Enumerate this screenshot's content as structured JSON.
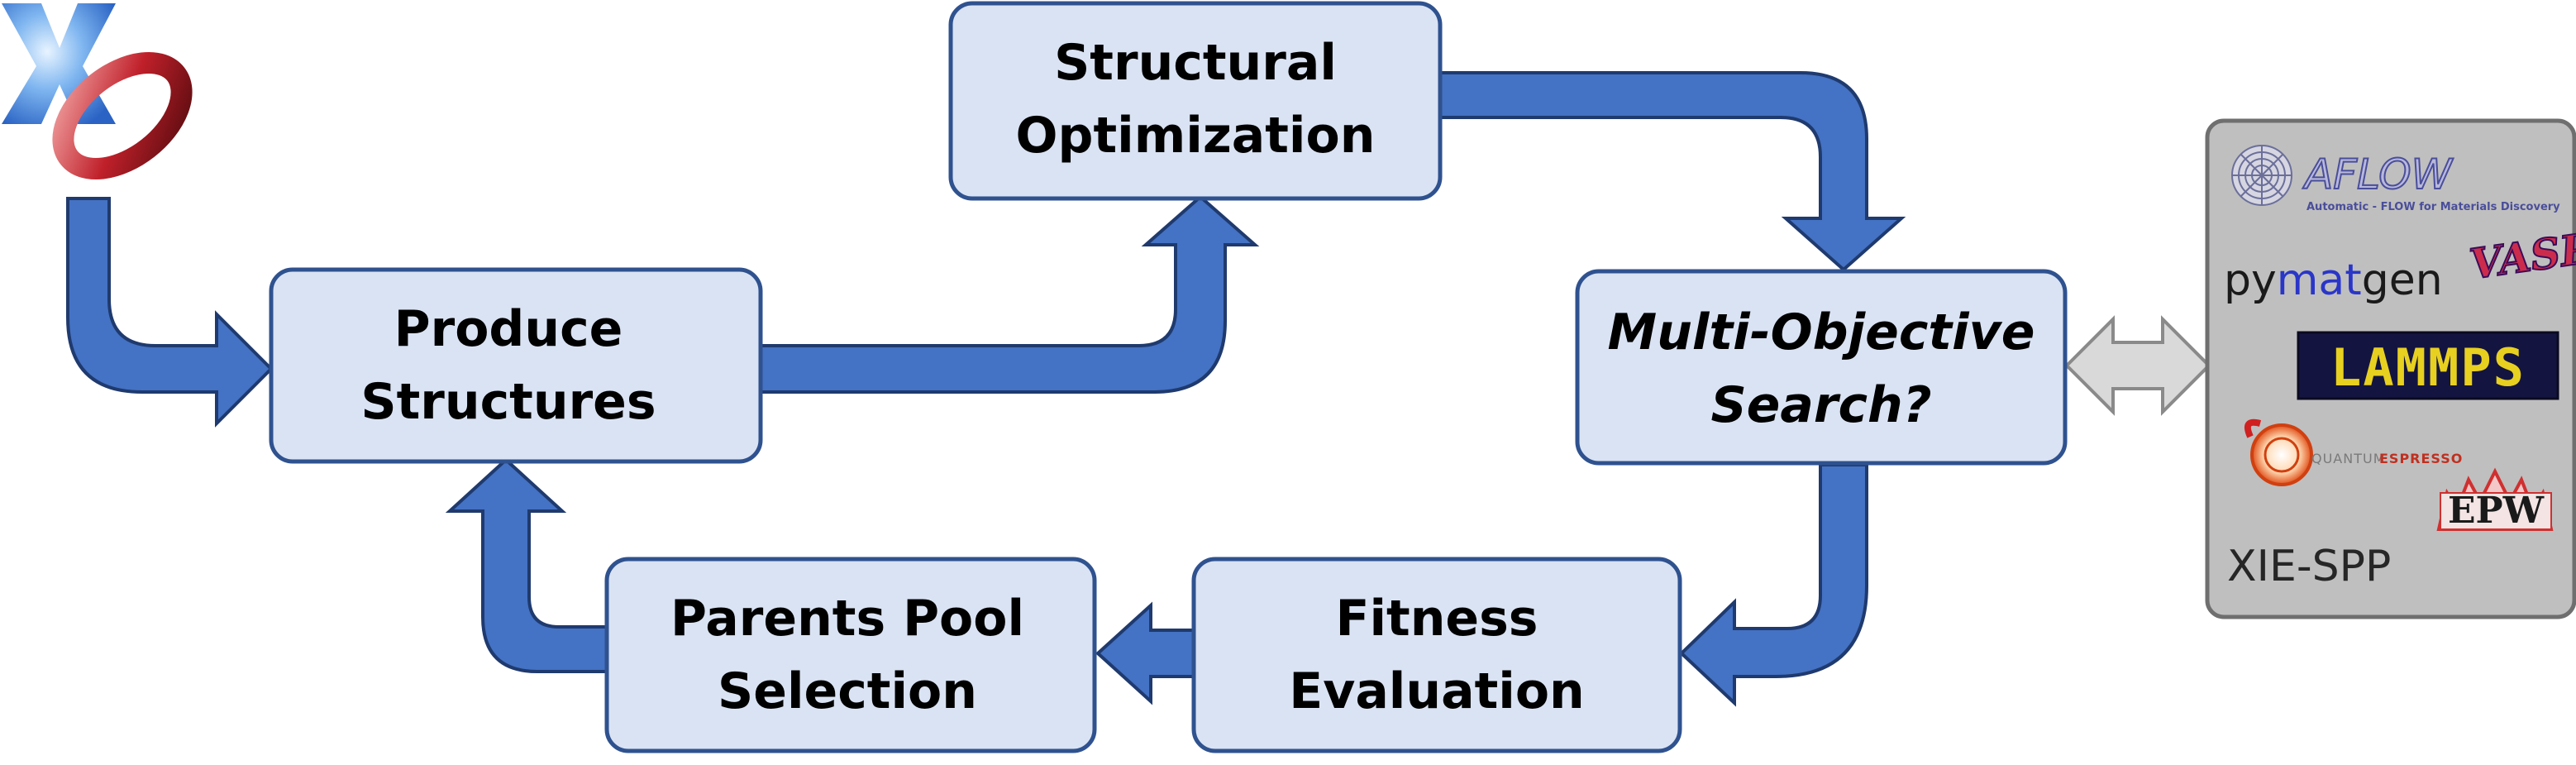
{
  "logo": {
    "letters": "XO"
  },
  "boxes": {
    "produce": {
      "line1": "Produce",
      "line2": "Structures"
    },
    "structural": {
      "line1": "Structural",
      "line2": "Optimization"
    },
    "multiobjective": {
      "line1": "Multi-Objective",
      "line2": "Search?"
    },
    "fitness": {
      "line1": "Fitness",
      "line2": "Evaluation"
    },
    "parents": {
      "line1": "Parents Pool",
      "line2": "Selection"
    }
  },
  "tools": {
    "aflow": {
      "name": "AFLOW",
      "tagline": "Automatic - FLOW for Materials Discovery"
    },
    "pymatgen": {
      "py": "py",
      "mat": "mat",
      "gen": "gen"
    },
    "vasp": "VASP",
    "lammps": "LAMMPS",
    "quantum_espresso": {
      "q": "QUANTUM",
      "e": "ESPRESSO"
    },
    "epw": "EPW",
    "xie": "XIE-SPP"
  },
  "colors": {
    "arrow": "#4472c4",
    "arrow_edge": "#1f3a6e",
    "box_fill": "#dae3f3",
    "box_edge": "#2f528f",
    "tools_panel": "#bfbfbf",
    "double_arrow": "#d9d9d9"
  }
}
